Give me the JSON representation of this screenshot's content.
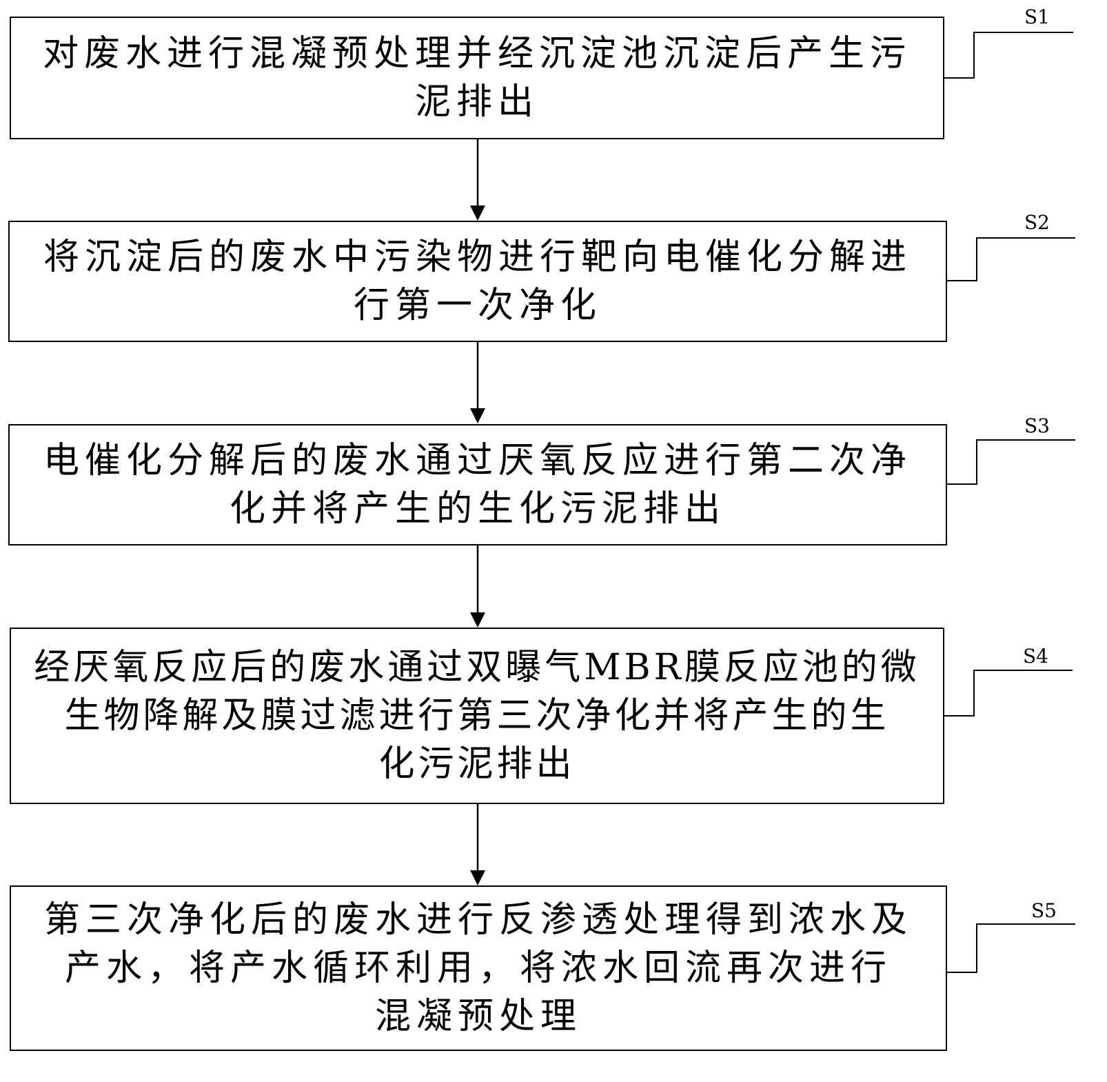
{
  "steps": [
    {
      "id": "S1",
      "label": "S1",
      "text": "对废水进行混凝预处理并经沉淀池沉淀后产生污\n泥排出"
    },
    {
      "id": "S2",
      "label": "S2",
      "text": "将沉淀后的废水中污染物进行靶向电催化分解进\n行第一次净化"
    },
    {
      "id": "S3",
      "label": "S3",
      "text": "电催化分解后的废水通过厌氧反应进行第二次净\n化并将产生的生化污泥排出"
    },
    {
      "id": "S4",
      "label": "S4",
      "text": "经厌氧反应后的废水通过双曝气MBR膜反应池的微\n生物降解及膜过滤进行第三次净化并将产生的生\n化污泥排出"
    },
    {
      "id": "S5",
      "label": "S5",
      "text": "第三次净化后的废水进行反渗透处理得到浓水及\n产水，将产水循环利用，将浓水回流再次进行\n混凝预处理"
    }
  ]
}
